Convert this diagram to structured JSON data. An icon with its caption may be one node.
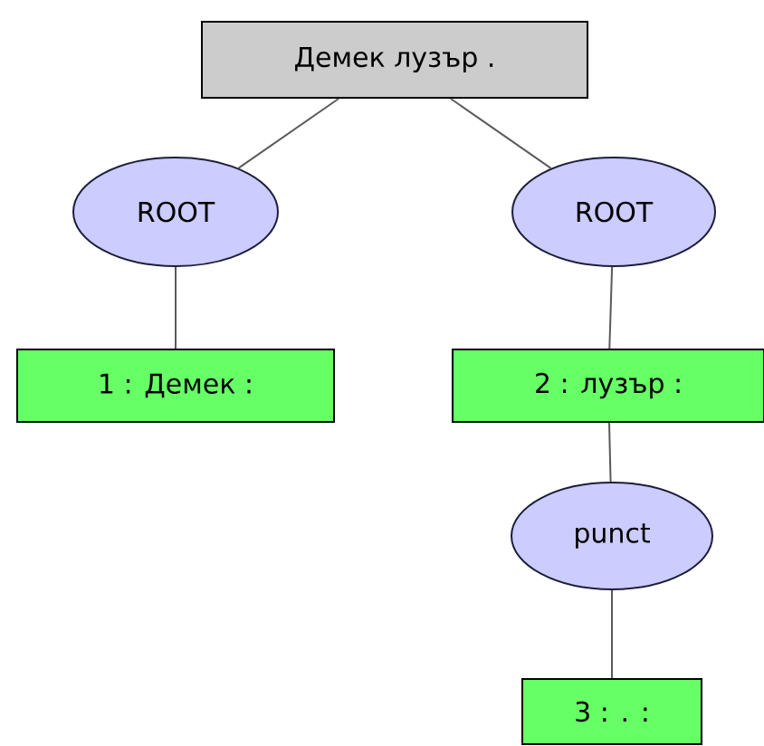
{
  "diagram": {
    "nodes": [
      {
        "text": [
          "Демек лузър ."
        ]
      },
      {
        "text": [
          "ROOT"
        ]
      },
      {
        "text": [
          "ROOT"
        ]
      },
      {
        "text": [
          "1 : Демек :"
        ]
      },
      {
        "text": [
          "2 : лузър :"
        ]
      },
      {
        "text": [
          "punct"
        ]
      },
      {
        "text": [
          "3 : . :"
        ]
      }
    ],
    "edges": [
      {
        "from": 0,
        "to": 1,
        "arrow": "none"
      },
      {
        "from": 0,
        "to": 2,
        "arrow": "none"
      },
      {
        "from": 1,
        "to": 3,
        "arrow": "none"
      },
      {
        "from": 2,
        "to": 4,
        "arrow": "none"
      },
      {
        "from": 4,
        "to": 5,
        "arrow": "none"
      },
      {
        "from": 5,
        "to": 6,
        "arrow": "none"
      }
    ]
  }
}
